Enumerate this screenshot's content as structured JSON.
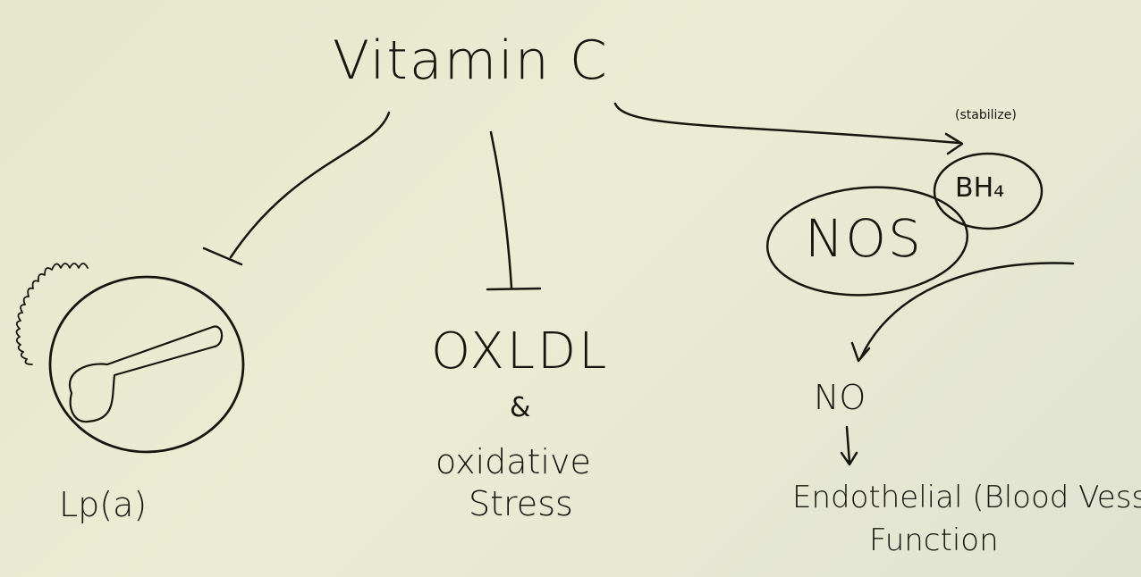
{
  "nodes": {
    "vitamin_c": "Vitamin C",
    "stabilize": "(stabilize)",
    "bh4": "BH₄",
    "nos": "NOS",
    "oxldl": "OXLDL",
    "ampersand": "&",
    "oxidative": "oxidative",
    "stress": "Stress",
    "lpa": "Lp(a)",
    "no": "NO",
    "endothelial": "Endothelial (Blood Vessel)",
    "function": "Function"
  },
  "edges": [
    {
      "from": "Vitamin C",
      "to": "Lp(a)",
      "relation": "inhibits"
    },
    {
      "from": "Vitamin C",
      "to": "OXLDL",
      "relation": "inhibits"
    },
    {
      "from": "Vitamin C",
      "to": "BH₄",
      "relation": "stabilizes"
    },
    {
      "from": "NOS",
      "to": "NO",
      "relation": "produces"
    },
    {
      "from": "NO",
      "to": "Endothelial (Blood Vessel) Function",
      "relation": "supports"
    }
  ],
  "colors": {
    "ink": "#161610",
    "paper": "#e6e6cc"
  }
}
